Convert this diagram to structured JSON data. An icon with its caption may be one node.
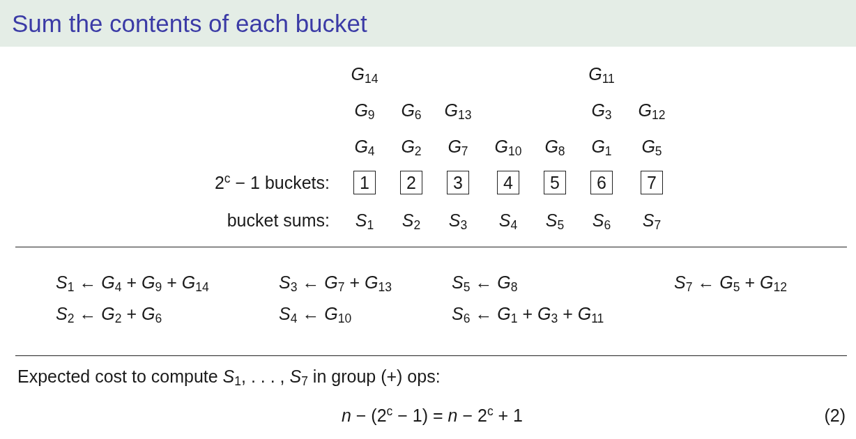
{
  "diagram": {
    "title": "Sum the contents of each bucket",
    "nodes": [
      {
        "text": [
          "1"
        ]
      },
      {
        "text": [
          "2"
        ]
      },
      {
        "text": [
          "3"
        ]
      },
      {
        "text": [
          "4"
        ]
      },
      {
        "text": [
          "5"
        ]
      },
      {
        "text": [
          "6"
        ]
      },
      {
        "text": [
          "7"
        ]
      }
    ],
    "edges": [],
    "labels": [
      "*G*$_{14}$",
      "*G*$_{11}$",
      "*G*$_{9}$",
      "*G*$_{6}$",
      "*G*$_{13}$",
      "*G*$_{3}$",
      "*G*$_{12}$",
      "*G*$_{4}$",
      "*G*$_{2}$",
      "*G*$_{7}$",
      "*G*$_{10}$",
      "*G*$_{8}$",
      "*G*$_{1}$",
      "*G*$_{5}$",
      "2$^{c}$ − 1 buckets:",
      "bucket sums:",
      "*S*$_{1}$",
      "*S*$_{2}$",
      "*S*$_{3}$",
      "*S*$_{4}$",
      "*S*$_{5}$",
      "*S*$_{6}$",
      "*S*$_{7}$",
      "*S*$_{1}$ ← *G*$_{4}$ + *G*$_{9}$ + *G*$_{14}$",
      "*S*$_{3}$ ← *G*$_{7}$ + *G*$_{13}$",
      "*S*$_{5}$ ← *G*$_{8}$",
      "*S*$_{7}$ ← *G*$_{5}$ + *G*$_{12}$",
      "*S*$_{2}$ ← *G*$_{2}$ + *G*$_{6}$",
      "*S*$_{4}$ ← *G*$_{10}$",
      "*S*$_{6}$ ← *G*$_{1}$ + *G*$_{3}$ + *G*$_{11}$",
      "Expected cost to compute *S*$_{1}$, . . . , *S*$_{7}$ in group (+) ops:",
      "*n* − (2$^{c}$ − 1) = *n* − 2$^{c}$ + 1",
      "(2)"
    ]
  }
}
